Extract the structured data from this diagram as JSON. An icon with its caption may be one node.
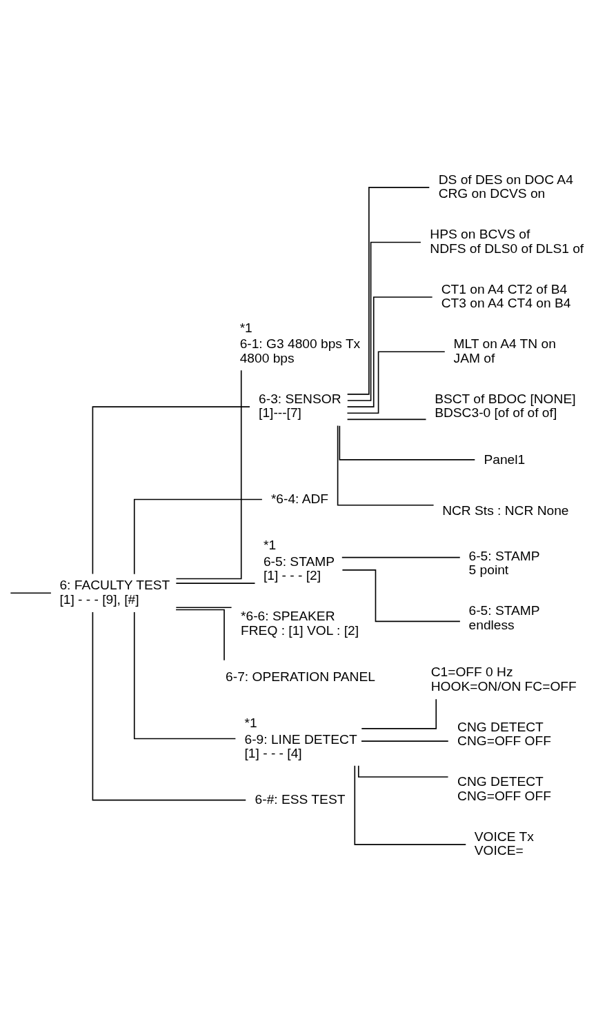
{
  "diagram": {
    "nodes": [
      {
        "text": [
          "6: FACULTY TEST",
          "[1] - - - [9], [#]"
        ]
      },
      {
        "text": [
          "6-1: G3 4800 bps Tx",
          "4800 bps"
        ],
        "beside": [
          "*1"
        ]
      },
      {
        "text": [
          "6-3: SENSOR",
          "[1]---[7]"
        ]
      },
      {
        "text": [
          "DS of DES on DOC A4",
          "CRG on DCVS on"
        ]
      },
      {
        "text": [
          "HPS on BCVS of",
          "NDFS of DLS0 of DLS1 of"
        ]
      },
      {
        "text": [
          "CT1 on A4 CT2 of B4",
          "CT3 on A4 CT4 on B4"
        ]
      },
      {
        "text": [
          "MLT on A4 TN on",
          "JAM of"
        ]
      },
      {
        "text": [
          "BSCT of BDOC [NONE]",
          "BDSC3-0 [of of of of]"
        ]
      },
      {
        "text": [
          "Panel1"
        ]
      },
      {
        "text": [
          "NCR Sts : NCR None"
        ]
      },
      {
        "text": [
          "*6-4: ADF"
        ]
      },
      {
        "text": [
          "6-5: STAMP",
          "[1] - - - [2]"
        ],
        "beside": [
          "*1"
        ]
      },
      {
        "text": [
          "6-5: STAMP",
          "5 point"
        ]
      },
      {
        "text": [
          "6-5: STAMP",
          "endless"
        ]
      },
      {
        "text": [
          "*6-6: SPEAKER",
          "FREQ : [1] VOL : [2]"
        ]
      },
      {
        "text": [
          "6-7: OPERATION PANEL"
        ]
      },
      {
        "text": [
          "6-9: LINE DETECT",
          "[1] - - - [4]"
        ],
        "beside": [
          "*1"
        ]
      },
      {
        "text": [
          "C1=OFF 0 Hz",
          "HOOK=ON/ON FC=OFF"
        ]
      },
      {
        "text": [
          "CNG DETECT",
          "CNG=OFF OFF"
        ]
      },
      {
        "text": [
          "CNG DETECT",
          "CNG=OFF OFF"
        ]
      },
      {
        "text": [
          "VOICE Tx",
          "VOICE="
        ]
      },
      {
        "text": [
          "6-#: ESS TEST"
        ]
      }
    ],
    "edges": [
      {
        "from": null,
        "to": 0,
        "arrow": "none"
      },
      {
        "from": 0,
        "to": 1,
        "arrow": "none"
      },
      {
        "from": 0,
        "to": 2,
        "arrow": "none"
      },
      {
        "from": 2,
        "to": 3,
        "arrow": "none"
      },
      {
        "from": 2,
        "to": 4,
        "arrow": "none"
      },
      {
        "from": 2,
        "to": 5,
        "arrow": "none"
      },
      {
        "from": 2,
        "to": 6,
        "arrow": "none"
      },
      {
        "from": 2,
        "to": 7,
        "arrow": "none"
      },
      {
        "from": 2,
        "to": 8,
        "arrow": "none"
      },
      {
        "from": 2,
        "to": 9,
        "arrow": "none"
      },
      {
        "from": 0,
        "to": 10,
        "arrow": "none"
      },
      {
        "from": 0,
        "to": 11,
        "arrow": "none"
      },
      {
        "from": 11,
        "to": 12,
        "arrow": "none"
      },
      {
        "from": 11,
        "to": 13,
        "arrow": "none"
      },
      {
        "from": 0,
        "to": 14,
        "arrow": "none"
      },
      {
        "from": 0,
        "to": 15,
        "arrow": "none"
      },
      {
        "from": 0,
        "to": 16,
        "arrow": "none"
      },
      {
        "from": 16,
        "to": 17,
        "arrow": "none"
      },
      {
        "from": 16,
        "to": 18,
        "arrow": "none"
      },
      {
        "from": 16,
        "to": 19,
        "arrow": "none"
      },
      {
        "from": 16,
        "to": 20,
        "arrow": "none"
      },
      {
        "from": 0,
        "to": 21,
        "arrow": "none"
      }
    ]
  }
}
